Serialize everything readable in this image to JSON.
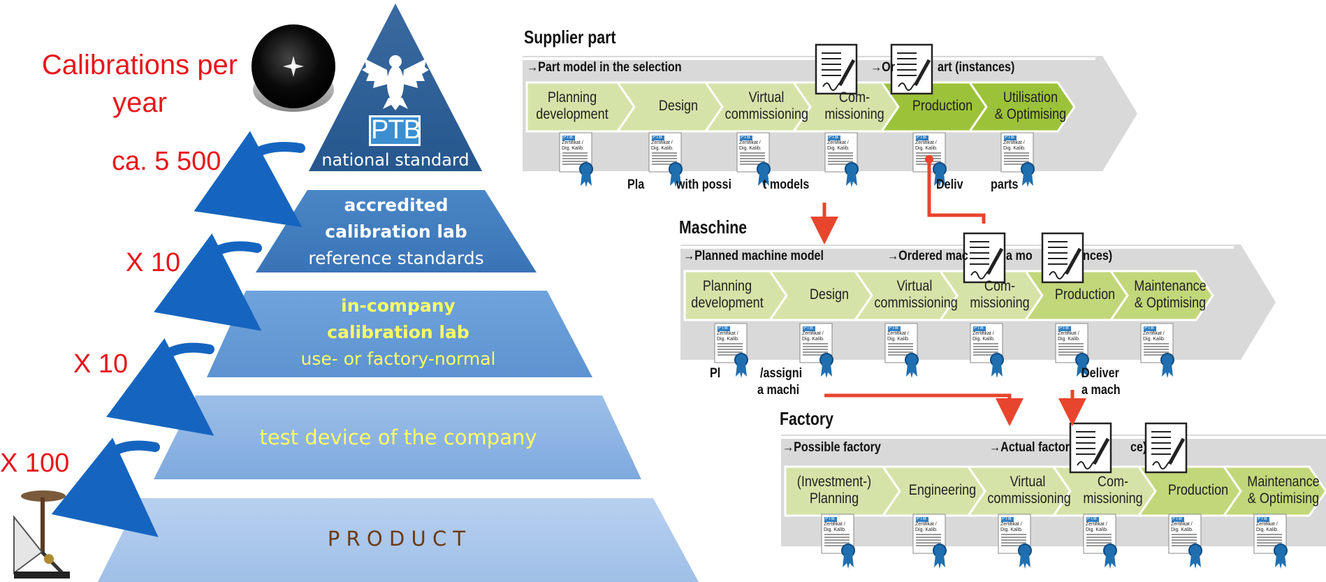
{
  "pyramid": {
    "heading_line1": "Calibrations per",
    "heading_line2": "year",
    "multipliers": [
      "ca. 5 500",
      "X 10",
      "X 10",
      "X 100"
    ],
    "logo_text": "PTB",
    "tiers": [
      {
        "lines": [
          "national standard"
        ]
      },
      {
        "lines": [
          "accredited",
          "calibration lab",
          "reference standards"
        ]
      },
      {
        "lines": [
          "in-company",
          "calibration lab",
          "use- or factory-normal"
        ]
      },
      {
        "lines": [
          "test device of the company"
        ]
      },
      {
        "lines": [
          "P R O D U C T"
        ]
      }
    ],
    "colors": {
      "top": "#2e5f96",
      "mid1": "#3f7bbf",
      "mid2": "#6a9dd6",
      "mid3": "#86aee0",
      "bottom": "#a6c4ea",
      "text_yellow": "#ffff66",
      "product_text": "#6b3b14",
      "red": "#e8141c"
    }
  },
  "process": {
    "certificate_text": "Zertifikat /\nDig. Kalib.",
    "certificate_logo": "PTB",
    "sections": [
      {
        "title": "Supplier part",
        "left_label": "→Part model in the selection",
        "right_label_parts": [
          "→Or",
          "art (instances)"
        ],
        "stages": [
          "Planning\ndevelopment",
          "Design",
          "Virtual\ncommissioning",
          "Com-\nmissioning",
          "Production",
          "Utilisation\n& Optimising"
        ],
        "bottom_note_parts": [
          "Pla",
          "with possi",
          "t models",
          "Deliv",
          "parts"
        ]
      },
      {
        "title": "Maschine",
        "left_label": "→Planned machine model",
        "right_label_parts": [
          "→Ordered mac",
          "a mo",
          "nces)"
        ],
        "stages": [
          "Planning\ndevelopment",
          "Design",
          "Virtual\ncommissioning",
          "Com-\nmissioning",
          "Production",
          "Maintenance\n& Optimising"
        ],
        "bottom_note_parts": [
          "Pl",
          "/assigni",
          "a machi",
          "Deliver",
          "a mach"
        ]
      },
      {
        "title": "Factory",
        "left_label": "→Possible factory",
        "right_label_parts": [
          "→Actual factor",
          "ce)"
        ],
        "stages": [
          "(Investment-)\nPlanning",
          "Engineering",
          "Virtual\ncommissioning",
          "Com-\nmissioning",
          "Production",
          "Maintenance\n& Optimising"
        ],
        "bottom_note_parts": []
      }
    ],
    "colors": {
      "stage_light": "#d6e3a8",
      "stage_mid": "#c2d77a",
      "stage_dark": "#9cc23a",
      "band": "#d9d9d9",
      "arrow_red": "#e8452e",
      "seal_blue": "#1f6fb0"
    }
  }
}
